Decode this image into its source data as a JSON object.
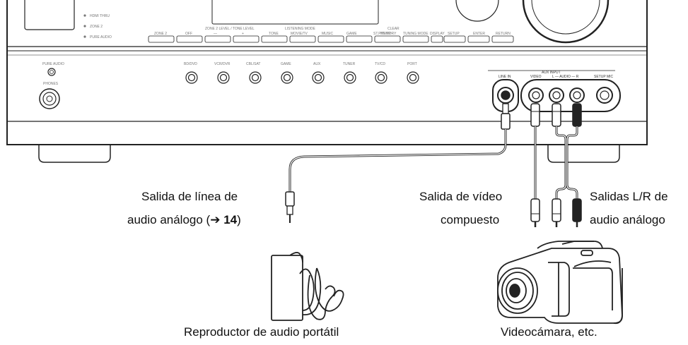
{
  "receiver": {
    "status_indicators": [
      "HDMI THRU",
      "ZONE 2",
      "PURE AUDIO"
    ],
    "control_labels": [
      "ZONE 2",
      "OFF",
      "ZONE 2 LEVEL / TONE LEVEL",
      "—",
      "+",
      "TONE",
      "LISTENING MODE",
      "MOVIE/TV",
      "MUSIC",
      "GAME",
      "ST.PTY/TP",
      "CLEAR",
      "MEMORY",
      "TUNING MODE",
      "DISPLAY",
      "SETUP",
      "ENTER",
      "RETURN"
    ],
    "pure_audio_label": "PURE AUDIO",
    "phones_label": "PHONES",
    "input_buttons": [
      "BD/DVD",
      "VCR/DVR",
      "CBL/SAT",
      "GAME",
      "AUX",
      "TUNER",
      "TV/CD",
      "PORT"
    ],
    "aux_input_title": "AUX INPUT",
    "line_in_label": "LINE IN",
    "video_label": "VIDEO",
    "audio_label": "L — AUDIO — R",
    "setup_mic_label": "SETUP MIC"
  },
  "labels": {
    "line_out_1": "Salida de línea de",
    "line_out_2_pre": "audio análogo (",
    "line_out_arrow": "➔",
    "line_out_ref": "14",
    "line_out_2_post": ")",
    "video_out_1": "Salida de vídeo",
    "video_out_2": "compuesto",
    "audio_out_1": "Salidas L/R de",
    "audio_out_2": "audio análogo",
    "portable_player": "Reproductor de audio portátil",
    "camcorder": "Videocámara, etc."
  }
}
